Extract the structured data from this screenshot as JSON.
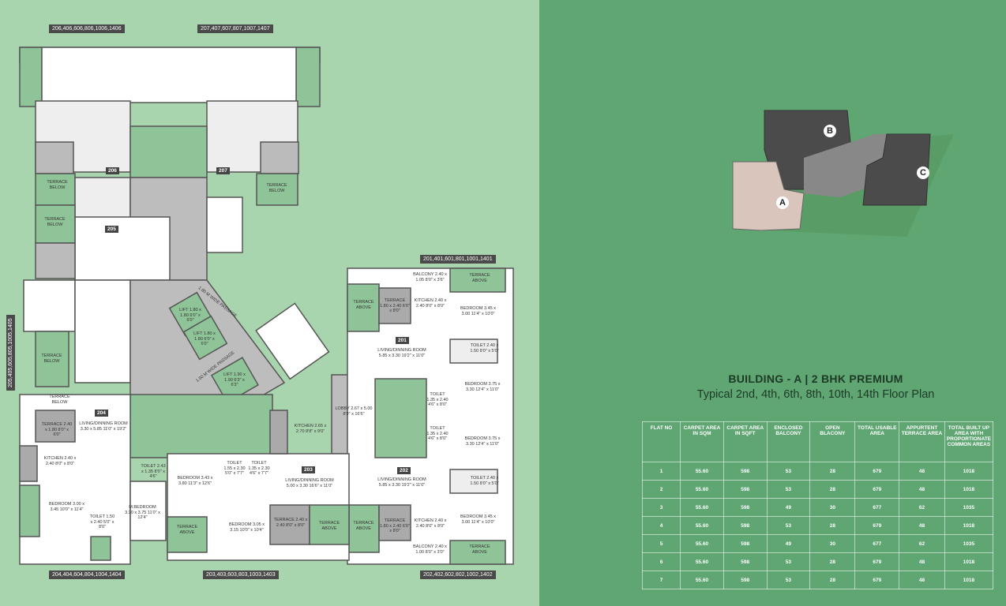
{
  "plan": {
    "flat_tags": {
      "top_left": "206,406,606,806,1006,1406",
      "top_right": "207,407,607,807,1007,1407",
      "mid_right": "201,401,601,801,1001,1401",
      "left_vertical": "205,405,605,805,1005,1405",
      "bottom_left": "204,404,604,804,1004,1404",
      "bottom_mid": "203,403,603,803,1003,1403",
      "bottom_right": "202,402,602,802,1002,1402"
    },
    "units": [
      "206",
      "207",
      "205",
      "204",
      "203",
      "202",
      "201"
    ],
    "rooms": {
      "terrace_below": "TERRACE BELOW",
      "terrace_above": "TERRACE ABOVE",
      "lift1": "LIFT 1.80 x 1.80 6'0\" x 6'0\"",
      "lift2": "LIFT 1.80 x 1.80 6'0\" x 6'0\"",
      "lift3": "LIFT 1.90 x 1.90 6'3\" x 6'3\"",
      "passage1": "1.80 M WIDE PASSAGE",
      "passage2": "1.50 M WIDE PASSAGE",
      "lobby": "LOBBY 2.67 x 5.00 8'9\" x 16'6\"",
      "r201_balcony": "BALCONY 2.40 x 1.05 8'0\" x 3'6\"",
      "r201_terrace": "TERRACE 1.80 x 2.40 6'0\" x 8'0\"",
      "r201_kitchen": "KITCHEN 2.40 x 2.40 8'0\" x 8'0\"",
      "r201_bedroom": "BEDROOM 3.45 x 3.00 11'4\" x 10'0\"",
      "r201_living": "LIVING/DINNING ROOM 5.85 x 3.30 19'2\" x 11'0\"",
      "r201_toilet": "TOILET 2.40 x 1.50 8'0\" x 5'0\"",
      "r201_mbed": "BEDROOM 3.75 x 3.30 12'4\" x 11'0\"",
      "r201_toilet2": "TOILET 1.35 x 2.40 4'6\" x 8'0\"",
      "r202_toilet2": "TOILET 1.35 x 2.40 4'6\" x 8'0\"",
      "r202_mbed": "BEDROOM 3.75 x 3.30 12'4\" x 11'0\"",
      "r202_living": "LIVING/DINNING ROOM 5.85 x 3.30 19'2\" x 11'0\"",
      "r202_toilet": "TOILET 2.40 x 1.50 8'0\" x 5'0\"",
      "r202_bedroom": "BEDROOM 3.45 x 3.00 11'4\" x 10'0\"",
      "r202_terrace": "TERRACE 1.80 x 2.40 6'0\" x 8'0\"",
      "r202_kitchen": "KITCHEN 2.40 x 2.40 8'0\" x 8'0\"",
      "r202_balcony": "BALCONY 2.40 x 1.00 8'0\" x 3'0\"",
      "r203_kitchen": "KITCHEN 2.65 x 2.70 8'8\" x 9'0\"",
      "r203_living": "LIVING/DINNING ROOM 5.00 x 3.30 16'6\" x 11'0\"",
      "r203_toilet1": "TOILET 1.55 x 2.30 5'0\" x 7'7\"",
      "r203_toilet2": "TOILET 1.35 x 2.30 4'6\" x 7'7\"",
      "r203_bedroom": "BEDROOM 3.43 x 3.80 11'3\" x 12'6\"",
      "r203_bedroom2": "BEDROOM 3.05 x 3.15 10'0\" x 10'4\"",
      "r203_terrace": "TERRACE 2.40 x 2.40 8'0\" x 8'0\"",
      "r204_terrace": "TERRACE 2.40 x 1.80 8'0\" x 6'0\"",
      "r204_living": "LIVING/DINNING ROOM 3.30 x 5.85 11'0\" x 19'2\"",
      "r204_kitchen": "KITCHEN 2.40 x 2.40 8'0\" x 8'0\"",
      "r204_bedroom": "BEDROOM 3.00 x 3.45 10'0\" x 11'4\"",
      "r204_toilet": "TOILET 1.50 x 2.40 5'0\" x 8'0\"",
      "r204_mbed": "M.BEDROOM 3.30 x 3.75 11'0\" x 12'4\"",
      "r204_toilet2": "TOILET 2.43 x 1.35 8'0\" x 4'6\""
    }
  },
  "keyplan": {
    "markers": [
      "A",
      "B",
      "C"
    ]
  },
  "heading": {
    "line1": "BUILDING - A  |  2 BHK PREMIUM",
    "line2": "Typical 2nd, 4th, 6th, 8th, 10th, 14th Floor Plan"
  },
  "table": {
    "headers": [
      "FLAT NO",
      "CARPET AREA IN SQM",
      "CARPET AREA IN SQFT",
      "ENCLOSED BALCONY",
      "OPEN BLACONY",
      "TOTAL USABLE AREA",
      "APPURTENT TERRACE AREA",
      "TOTAL BUILT UP AREA WITH PROPORTIONATE COMMON AREAS"
    ],
    "rows": [
      [
        "1",
        "55.60",
        "598",
        "53",
        "28",
        "679",
        "48",
        "1018"
      ],
      [
        "2",
        "55.60",
        "598",
        "53",
        "28",
        "679",
        "48",
        "1018"
      ],
      [
        "3",
        "55.60",
        "598",
        "49",
        "30",
        "677",
        "62",
        "1035"
      ],
      [
        "4",
        "55.60",
        "598",
        "53",
        "28",
        "679",
        "48",
        "1018"
      ],
      [
        "5",
        "55.60",
        "598",
        "49",
        "30",
        "677",
        "62",
        "1035"
      ],
      [
        "6",
        "55.60",
        "598",
        "53",
        "28",
        "679",
        "48",
        "1018"
      ],
      [
        "7",
        "55.60",
        "598",
        "53",
        "28",
        "679",
        "48",
        "1018"
      ]
    ]
  },
  "colors": {
    "left_bg": "#a9d5ae",
    "right_bg": "#5fa673",
    "wall": "#555555",
    "floor": "#ffffff",
    "passage": "#bdbdbd",
    "terrace": "#8fc498"
  }
}
